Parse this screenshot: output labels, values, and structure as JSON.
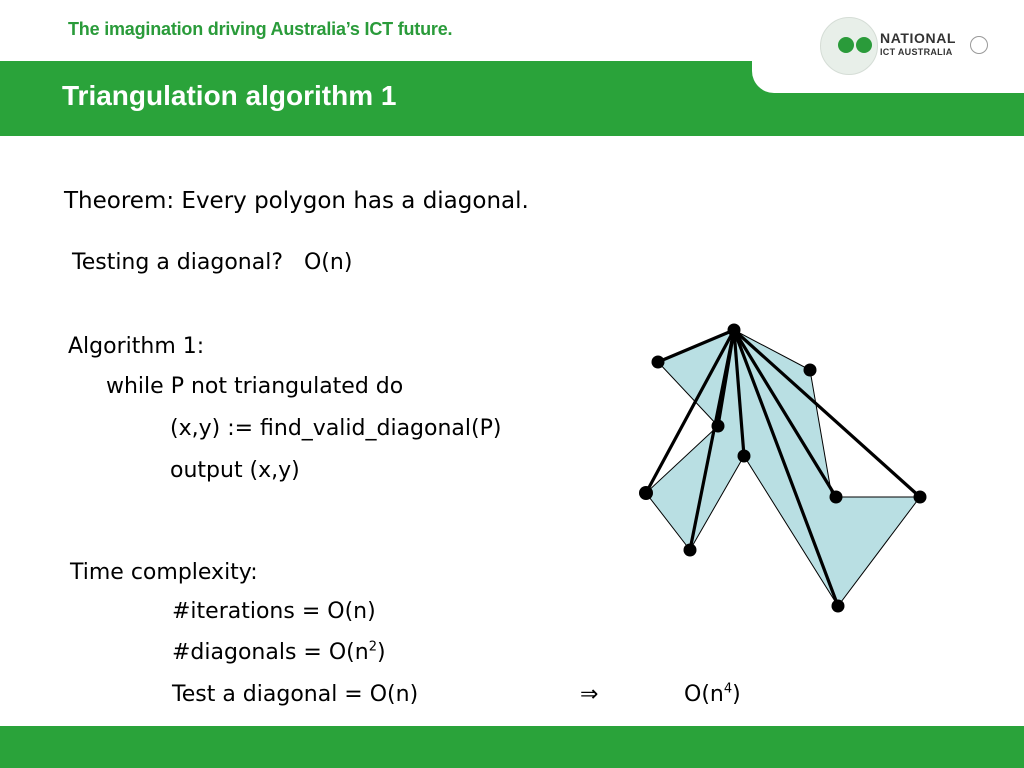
{
  "header": {
    "tagline": "The imagination driving Australia’s ICT future.",
    "title": "Triangulation algorithm 1",
    "logo_line1": "NATIONAL",
    "logo_line2": "ICT AUSTRALIA",
    "brand_color": "#2aa33a"
  },
  "content": {
    "theorem": "Theorem: Every polygon has a diagonal.",
    "testing": "Testing a diagonal?   O(n)",
    "algo_heading": "Algorithm 1:",
    "algo_line1": "while P not triangulated do",
    "algo_line2": "(x,y) := find_valid_diagonal(P)",
    "algo_line3": "output (x,y)",
    "time_heading": "Time complexity:",
    "iterations": "#iterations = O(n)",
    "diagonals_prefix": "#diagonals = O(n",
    "diagonals_exp": "2",
    "diagonals_suffix": ")",
    "test_diag": "Test a diagonal = O(n)",
    "implies": "⇒",
    "result_prefix": "O(n",
    "result_exp": "4",
    "result_suffix": ")"
  },
  "figure": {
    "fill_color": "#b9dfe3"
  }
}
